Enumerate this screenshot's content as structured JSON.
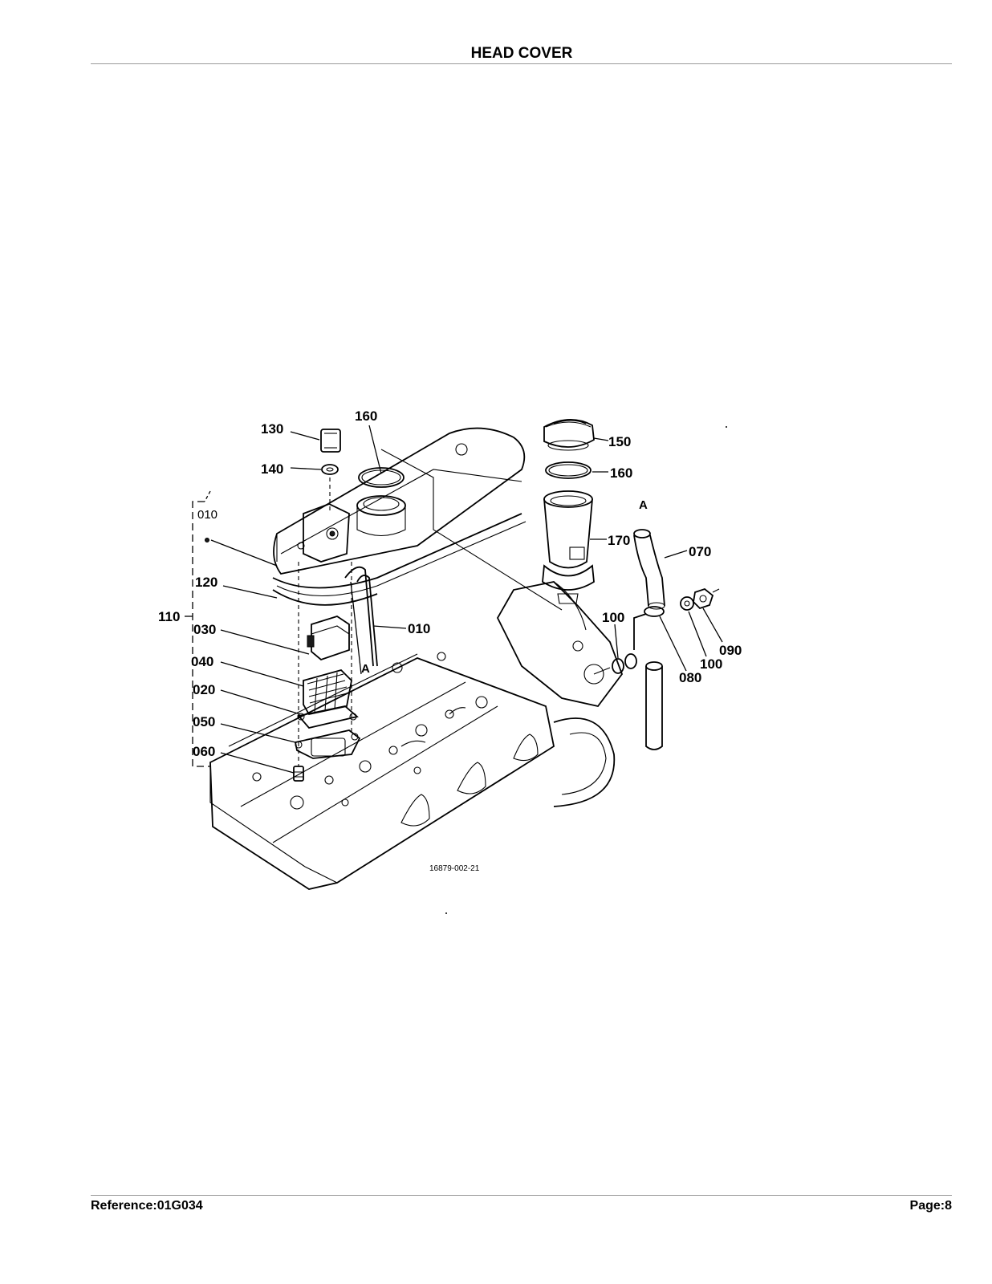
{
  "page": {
    "title": "HEAD COVER",
    "reference": "Reference:01G034",
    "page_number": "Page:8"
  },
  "diagram": {
    "drawing_code": "16879-002-21",
    "group_label": "010",
    "callouts": {
      "c130": "130",
      "c140": "140",
      "c160a": "160",
      "c150": "150",
      "c160b": "160",
      "c170": "170",
      "c070": "070",
      "c120": "120",
      "c110": "110",
      "c030": "030",
      "c010": "010",
      "c040": "040",
      "c020": "020",
      "c050": "050",
      "c060": "060",
      "c100a": "100",
      "c100b": "100",
      "c090": "090",
      "c080": "080"
    },
    "connection_marks": {
      "a_top": "A",
      "a_bottom": "A"
    }
  }
}
